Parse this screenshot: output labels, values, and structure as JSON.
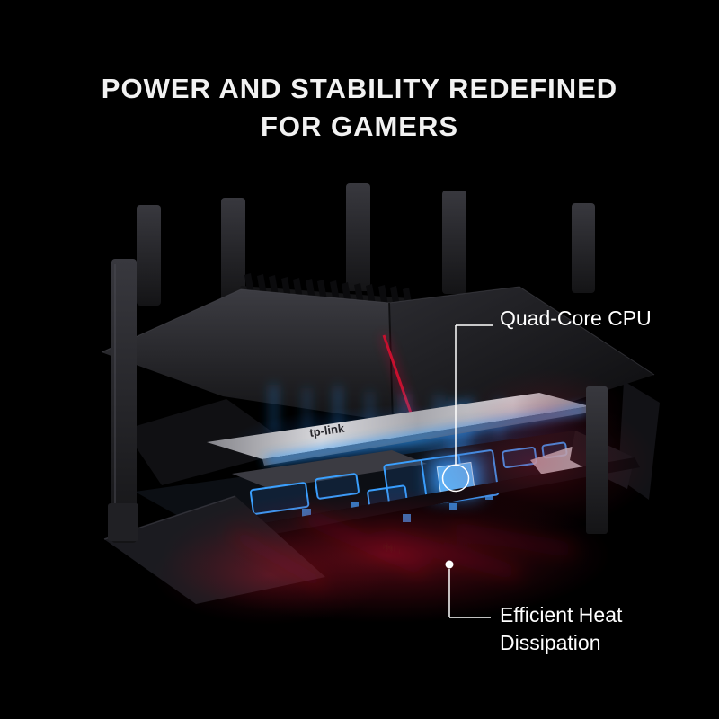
{
  "title": {
    "line1": "POWER AND STABILITY REDEFINED",
    "line2": "FOR GAMERS"
  },
  "brand": {
    "logo_text": "tp-link"
  },
  "callouts": {
    "cpu": {
      "label": "Quad-Core CPU"
    },
    "heat": {
      "label_line1": "Efficient Heat",
      "label_line2": "Dissipation"
    }
  },
  "colors": {
    "background": "#000000",
    "title_text": "#f2f2f2",
    "callout_text": "#ffffff",
    "callout_line": "#ffffff",
    "accent_red": "#c8102e",
    "glow_blue": "#2f9bff",
    "glow_red": "#b01228",
    "heatsink_silver": "#c9c9cd",
    "body_dark": "#1f1f22"
  }
}
